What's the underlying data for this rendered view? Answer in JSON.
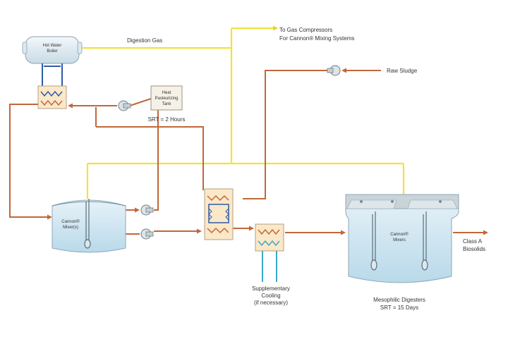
{
  "labels": {
    "boiler_line1": "Hot Water",
    "boiler_line2": "Boiler",
    "digestion_gas": "Digestion Gas",
    "gas_compressors_line1": "To Gas Compressors",
    "gas_compressors_line2": "For Cannon® Mixing Systems",
    "raw_sludge": "Raw Sludge",
    "pasteurizing_tank_line1": "Heat",
    "pasteurizing_tank_line2": "Pasteurizing",
    "pasteurizing_tank_line3": "Tank",
    "srt_2_hours": "SRT = 2 Hours",
    "left_tank_line1": "Cannon®",
    "left_tank_line2": "Mixer(s)",
    "right_tank_line1": "Cannon®",
    "right_tank_line2": "Mixers",
    "class_a_line1": "Class A",
    "class_a_line2": "Biosolids",
    "supplementary_line1": "Supplementary",
    "supplementary_line2": "Cooling",
    "supplementary_line3": "(if necessary)",
    "mesophilic_line1": "Mesophilic Digesters",
    "mesophilic_line2": "SRT = 15 Days"
  },
  "colors": {
    "sludge_line": "#c0683a",
    "gas_line": "#f2e23a",
    "hot_water_line": "#2f5aa8",
    "cooling_line": "#3aa8c8",
    "tank_fill": "#cfe6f2",
    "heat_exchanger_fill": "#fbe8c8"
  },
  "icons": [
    "boiler-icon",
    "heat-exchanger-icon",
    "pump-icon",
    "mixer-icon",
    "digester-tank-icon"
  ]
}
